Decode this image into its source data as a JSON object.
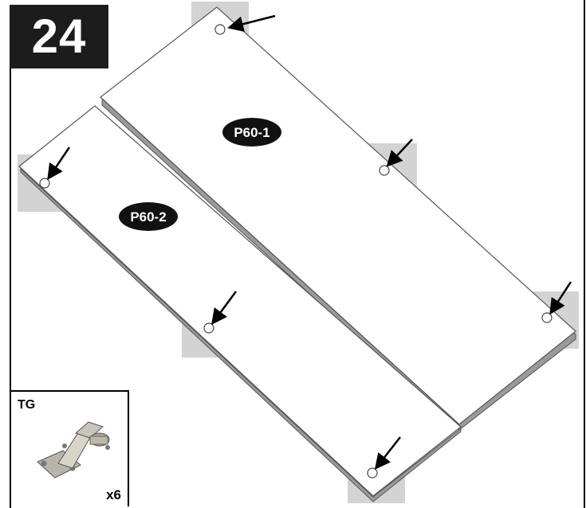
{
  "step": {
    "number": "24"
  },
  "panels": [
    {
      "label": "P60-1"
    },
    {
      "label": "P60-2"
    }
  ],
  "hardware": {
    "code": "TG",
    "quantity": "x6",
    "icon": "hinge-icon"
  },
  "colors": {
    "step_box": "#1c1c1c",
    "highlight": "#d3d3d3",
    "label_oval": "#111111",
    "panel_edge": "#555555"
  }
}
